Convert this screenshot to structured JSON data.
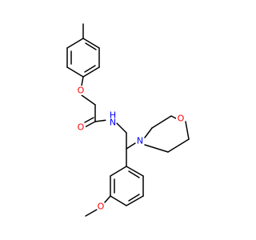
{
  "molecule": {
    "atoms": {
      "o_ether": {
        "symbol": "O",
        "color": "#ff0000"
      },
      "o_carbonyl": {
        "symbol": "O",
        "color": "#ff0000"
      },
      "n_amide": {
        "symbol": "N",
        "color": "#0000ff"
      },
      "h_amide": {
        "symbol": "H",
        "color": "#0000ff"
      },
      "n_morpholine": {
        "symbol": "N",
        "color": "#0000ff"
      },
      "o_morpholine": {
        "symbol": "O",
        "color": "#ff0000"
      },
      "o_methoxy": {
        "symbol": "O",
        "color": "#ff0000"
      }
    },
    "bond_color": "#000000"
  }
}
